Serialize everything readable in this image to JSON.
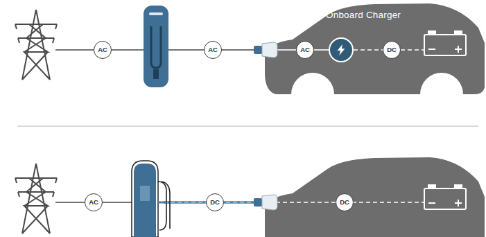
{
  "diagram": {
    "nodes": [
      {
        "text": [
          "AC"
        ]
      },
      {
        "text": [
          "AC"
        ]
      },
      {
        "text": [
          "AC"
        ]
      },
      {
        "text": [
          "Onboard Charger"
        ]
      },
      {
        "text": [
          "DC"
        ]
      },
      {
        "text": [
          "AC"
        ]
      },
      {
        "text": [
          "DC"
        ]
      },
      {
        "text": [
          "DC"
        ]
      }
    ],
    "edges": [
      {
        "from": 2,
        "to": 3,
        "arrow": "none"
      },
      {
        "from": 3,
        "to": 4,
        "arrow": "none"
      }
    ]
  }
}
